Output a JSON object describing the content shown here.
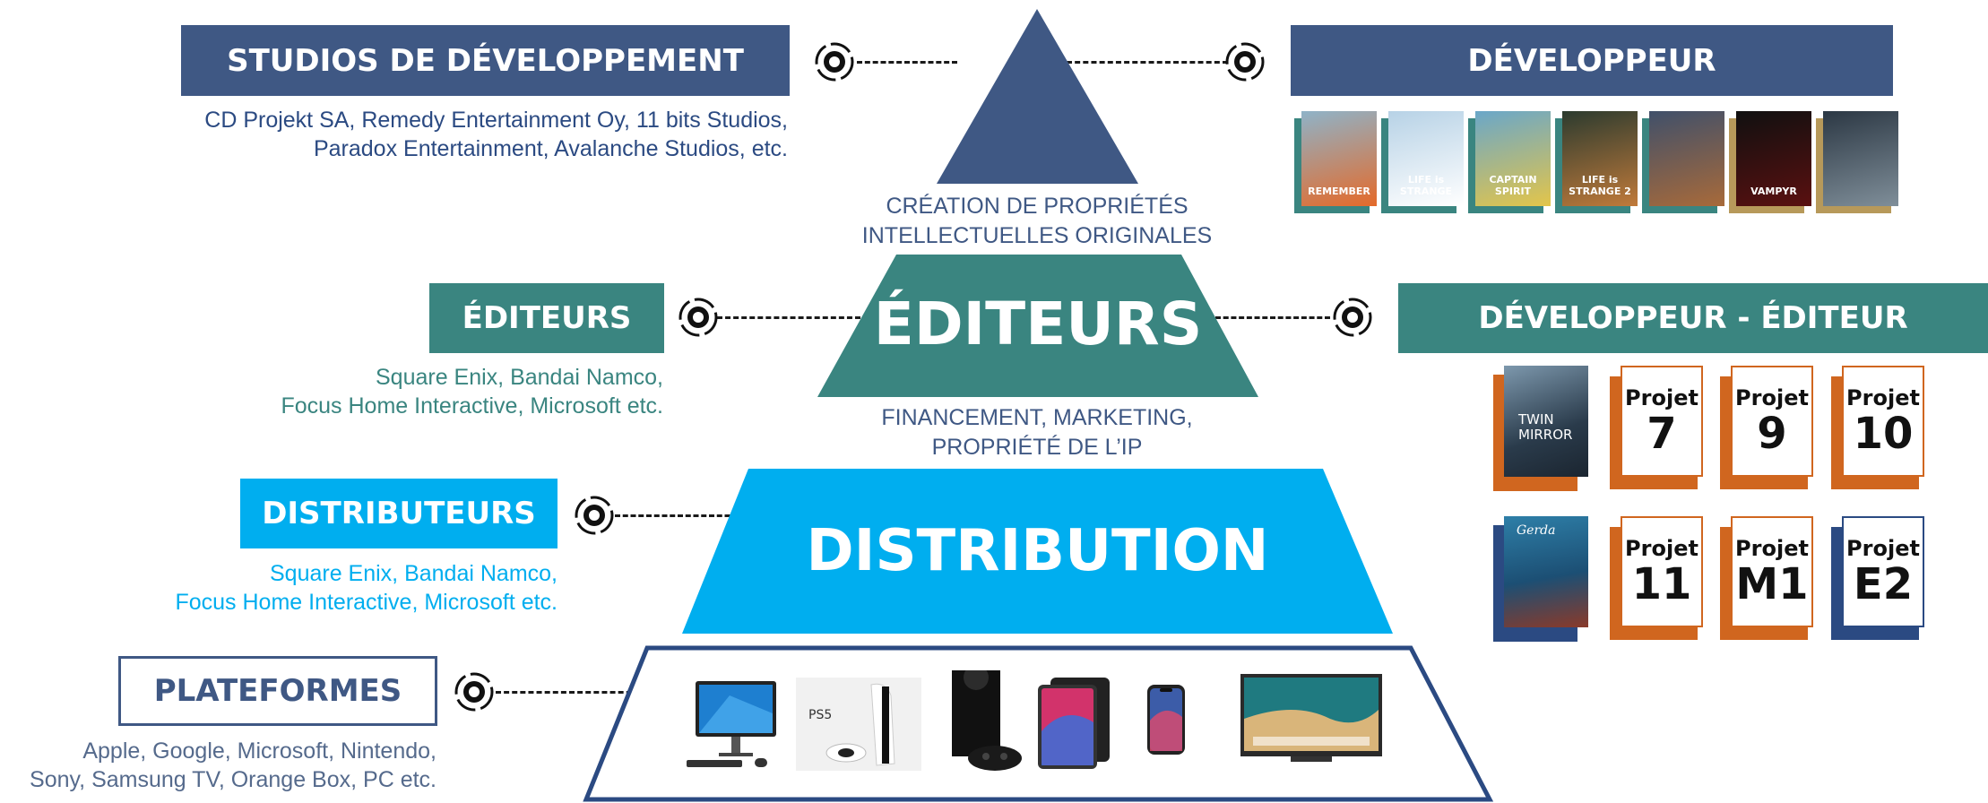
{
  "colors": {
    "navy": "#3f5884",
    "teal": "#3a8580",
    "cyan": "#00aeef",
    "dark_blue": "#2b4a82",
    "orange": "#d0661f"
  },
  "left_labels": {
    "studios": {
      "title": "STUDIOS DE DÉVELOPPEMENT",
      "line1": "CD Projekt SA, Remedy Entertainment Oy, 11 bits Studios,",
      "line2": "Paradox Entertainment, Avalanche Studios, etc."
    },
    "editeurs": {
      "title": "ÉDITEURS",
      "line1": "Square Enix, Bandai Namco,",
      "line2": "Focus Home Interactive, Microsoft etc."
    },
    "distributeurs": {
      "title": "DISTRIBUTEURS",
      "line1": "Square Enix, Bandai Namco,",
      "line2": "Focus Home Interactive, Microsoft etc."
    },
    "plateformes": {
      "title": "PLATEFORMES",
      "line1": "Apple, Google, Microsoft, Nintendo,",
      "line2": "Sony, Samsung TV, Orange Box, PC etc."
    }
  },
  "pyramid": {
    "creation_line1": "CRÉATION DE PROPRIÉTÉS",
    "creation_line2": "INTELLECTUELLES ORIGINALES",
    "editeurs": "ÉDITEURS",
    "financement_line1": "FINANCEMENT, MARKETING,",
    "financement_line2": "PROPRIÉTÉ DE L’IP",
    "distribution": "DISTRIBUTION"
  },
  "right_labels": {
    "developpeur": "DÉVELOPPEUR",
    "developpeur_editeur": "DÉVELOPPEUR - ÉDITEUR"
  },
  "game_covers": [
    {
      "name": "remember-me-cover",
      "text": "REMEMBER",
      "shadow": "#3a8580"
    },
    {
      "name": "life-is-strange-cover",
      "text": "LIFE is STRANGE",
      "shadow": "#3a8580"
    },
    {
      "name": "captain-spirit-cover",
      "text": "CAPTAIN SPIRIT",
      "shadow": "#3a8580"
    },
    {
      "name": "life-is-strange-2-cover",
      "text": "LIFE is STRANGE 2",
      "shadow": "#3a8580"
    },
    {
      "name": "game-5-cover",
      "text": "",
      "shadow": "#3a8580"
    },
    {
      "name": "vampyr-cover",
      "text": "VAMPYR",
      "shadow": "#b7995a"
    },
    {
      "name": "game-7-cover",
      "text": "",
      "shadow": "#b7995a"
    }
  ],
  "projects": {
    "row1_cover_text_line1": "TWIN",
    "row1_cover_text_line2": "MIRROR",
    "row2_cover_text": "Gerda",
    "label": "Projet",
    "items": [
      "7",
      "9",
      "10",
      "11",
      "M1",
      "E2"
    ]
  },
  "devices": [
    "desktop-pc",
    "ps5",
    "xbox-series-x",
    "ipad",
    "iphone",
    "smart-tv"
  ]
}
